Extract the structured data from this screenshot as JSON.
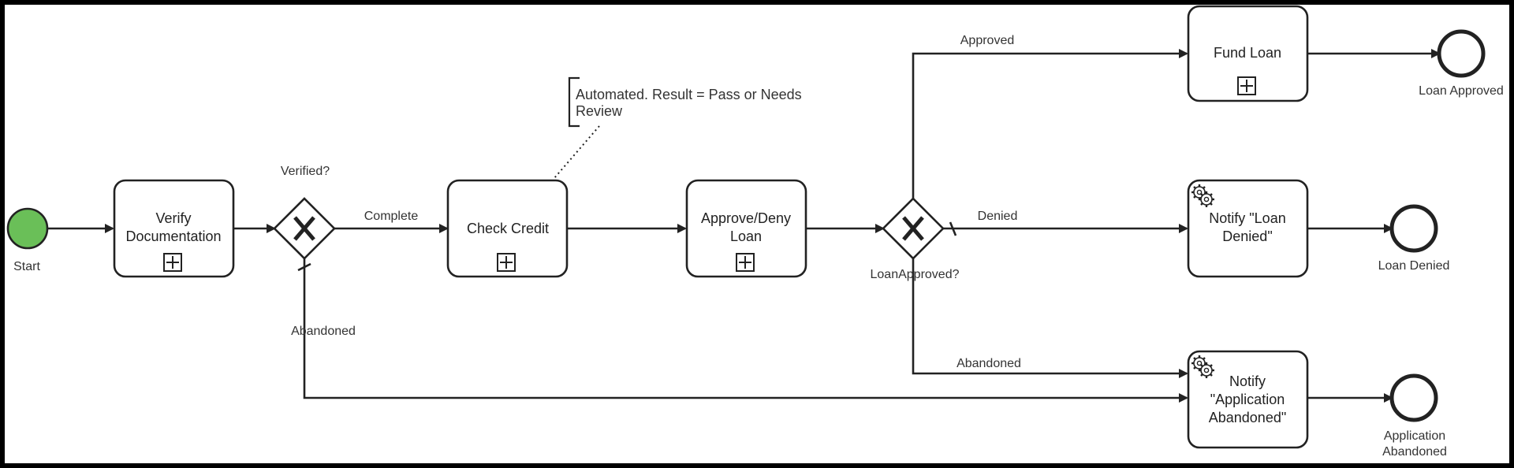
{
  "diagram": {
    "colors": {
      "start_fill": "#6abf58",
      "stroke": "#222222",
      "background": "#ffffff",
      "frame": "#000000"
    },
    "events": {
      "start": "Start",
      "loan_approved": "Loan Approved",
      "loan_denied": "Loan Denied",
      "app_abandoned_1": "Application",
      "app_abandoned_2": "Abandoned"
    },
    "tasks": {
      "verify_1": "Verify",
      "verify_2": "Documentation",
      "check_credit": "Check Credit",
      "approve_1": "Approve/Deny",
      "approve_2": "Loan",
      "fund_loan": "Fund Loan",
      "notify_denied_1": "Notify \"Loan",
      "notify_denied_2": "Denied\"",
      "notify_abandoned_1": "Notify",
      "notify_abandoned_2": "\"Application",
      "notify_abandoned_3": "Abandoned\""
    },
    "gateways": {
      "verified": "Verified?",
      "loan_approved": "LoanApproved?"
    },
    "flow_labels": {
      "complete": "Complete",
      "abandoned_1": "Abandoned",
      "approved": "Approved",
      "denied": "Denied",
      "abandoned_2": "Abandoned"
    },
    "annotation": {
      "line_1": "Automated. Result = Pass or Needs",
      "line_2": "Review"
    },
    "icons": {
      "subprocess_marker": "subprocess-plus-icon",
      "service_task": "gear-icon",
      "gateway_marker": "exclusive-x-icon"
    }
  }
}
